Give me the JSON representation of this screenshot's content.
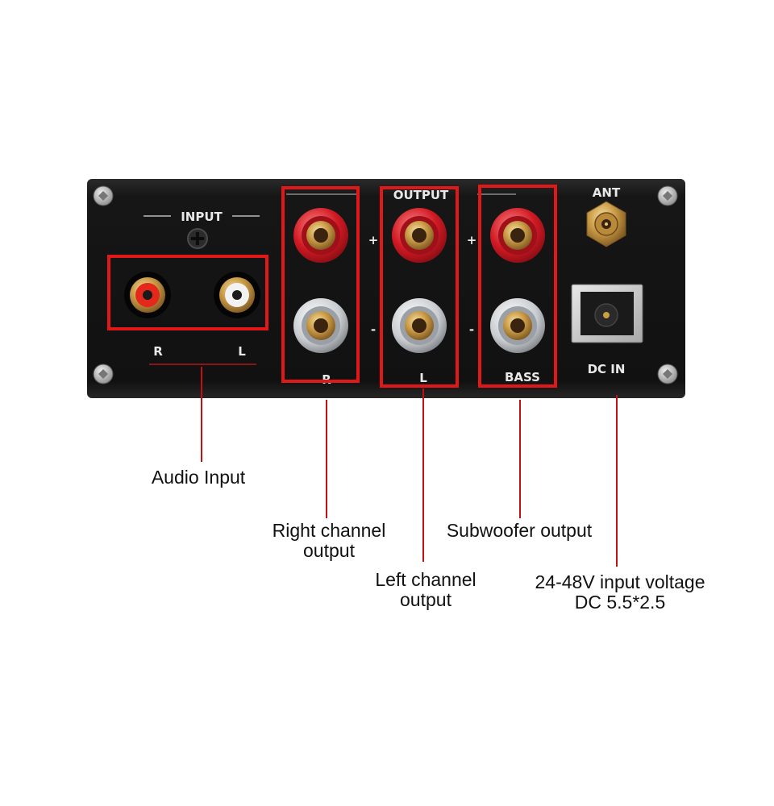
{
  "panel": {
    "input_heading": "INPUT",
    "output_heading": "OUTPUT",
    "ant_label": "ANT",
    "dc_in_label": "DC IN",
    "input_r_label": "R",
    "input_l_label": "L",
    "out_r_label": "R",
    "out_l_label": "L",
    "bass_label": "BASS",
    "plus_sign": "+",
    "minus_sign": "-"
  },
  "callouts": {
    "audio_input": [
      "Audio Input"
    ],
    "right_channel": [
      "Right channel",
      "output"
    ],
    "left_channel": [
      "Left channel",
      "output"
    ],
    "subwoofer": [
      "Subwoofer output"
    ],
    "dc_input": [
      "24-48V input voltage",
      "DC 5.5*2.5"
    ]
  },
  "colors": {
    "highlight": "#e01818",
    "panel": "#141414",
    "background": "#ffffff"
  }
}
